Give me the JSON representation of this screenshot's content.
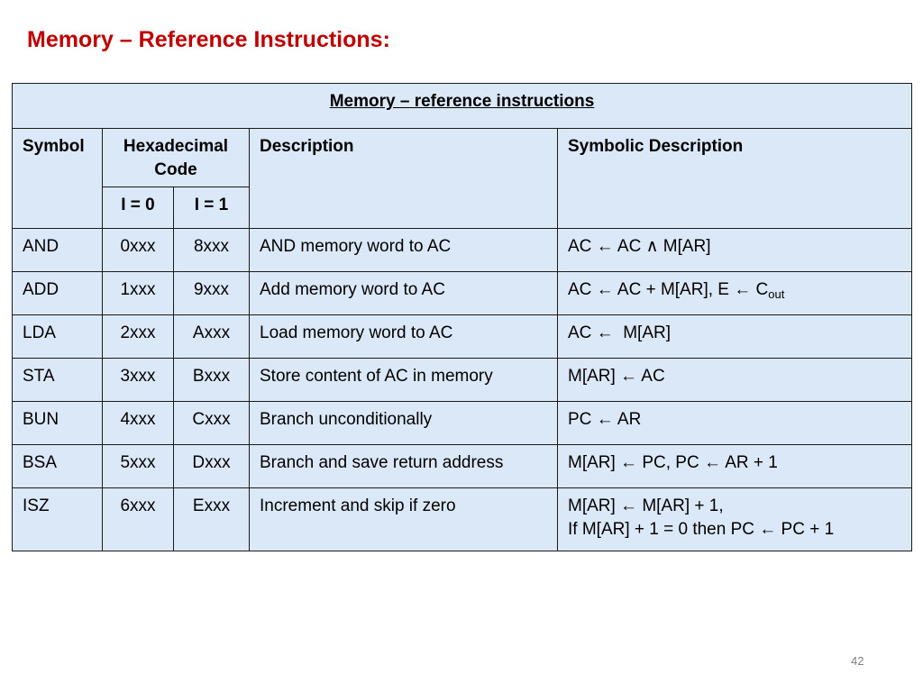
{
  "slide": {
    "title": "Memory – Reference Instructions:",
    "page_number": "42"
  },
  "table": {
    "caption": "Memory – reference instructions",
    "headers": {
      "symbol": "Symbol",
      "hex_code": "Hexadecimal Code",
      "i0": "I = 0",
      "i1": "I = 1",
      "description": "Description",
      "symbolic_description": "Symbolic Description"
    },
    "rows": [
      {
        "symbol": "AND",
        "i0": "0xxx",
        "i1": "8xxx",
        "description": "AND memory word to AC",
        "symbolic": "AC ← AC ∧ M[AR]"
      },
      {
        "symbol": "ADD",
        "i0": "1xxx",
        "i1": "9xxx",
        "description": "Add memory word to AC",
        "symbolic": "AC ← AC + M[AR], E ← C",
        "symbolic_sub": "out"
      },
      {
        "symbol": "LDA",
        "i0": "2xxx",
        "i1": "Axxx",
        "description": "Load memory word to AC",
        "symbolic": "AC ←  M[AR]"
      },
      {
        "symbol": "STA",
        "i0": "3xxx",
        "i1": "Bxxx",
        "description": "Store content of AC in memory",
        "symbolic": "M[AR] ← AC"
      },
      {
        "symbol": "BUN",
        "i0": "4xxx",
        "i1": "Cxxx",
        "description": "Branch unconditionally",
        "symbolic": "PC ← AR"
      },
      {
        "symbol": "BSA",
        "i0": "5xxx",
        "i1": "Dxxx",
        "description": "Branch and save return address",
        "symbolic": "M[AR] ← PC, PC ← AR + 1"
      },
      {
        "symbol": "ISZ",
        "i0": "6xxx",
        "i1": "Exxx",
        "description": "Increment and skip if zero",
        "symbolic": "M[AR] ← M[AR] + 1,",
        "symbolic_line2": "If M[AR] + 1 = 0 then PC ← PC + 1"
      }
    ]
  },
  "colors": {
    "title": "#c00000",
    "table_fill": "#dbe8f7",
    "border": "#1a1a1a",
    "page_number": "#808080"
  }
}
